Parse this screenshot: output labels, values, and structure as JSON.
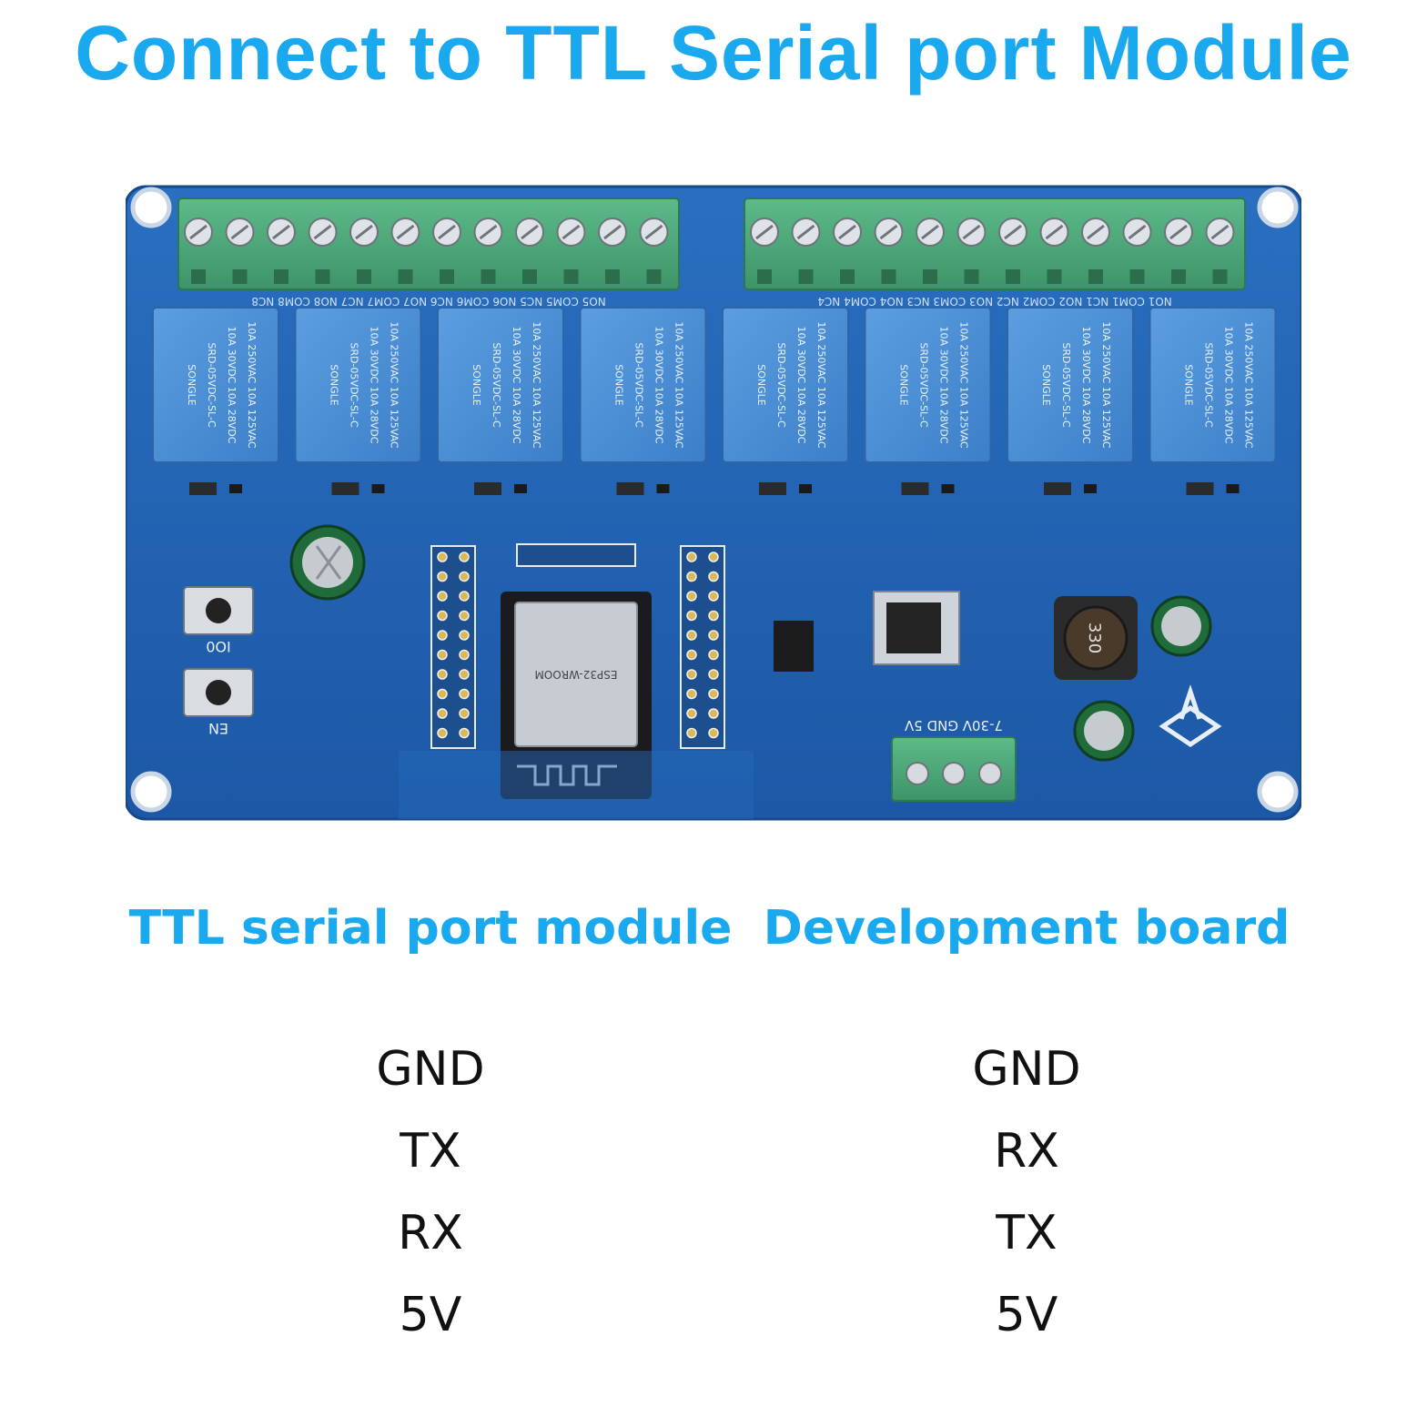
{
  "title": "Connect to TTL Serial port Module",
  "board": {
    "relay_text_1": "10A 250VAC 10A 125VAC",
    "relay_text_2": "10A 30VDC 10A 28VDC",
    "relay_text_3": "SRD-05VDC-SL-C",
    "relay_brand": "SONGLE",
    "terminal_labels_left": "NO5 COM5 NC5 NO6 COM6 NC6 NO7 COM7 NC7 NO8 COM8 NC8",
    "terminal_labels_right": "NO1 COM1 NC1 NO2 COM2 NC2 NO3 COM3 NC3 NO4 COM4 NC4",
    "button_io0": "IO0",
    "button_en": "EN",
    "power_label": "7-30V GND 5V",
    "inductor_label": "330",
    "module_label": "ESP32-WROOM"
  },
  "columns": {
    "left_header": "TTL serial port module",
    "right_header": "Development board",
    "left_pins": [
      "GND",
      "TX",
      "RX",
      "5V"
    ],
    "right_pins": [
      "GND",
      "RX",
      "TX",
      "5V"
    ]
  },
  "colors": {
    "accent": "#1aa8ef",
    "pcb": "#1f5fb0",
    "relay": "#4a8fd6",
    "terminal": "#4fa77a"
  }
}
